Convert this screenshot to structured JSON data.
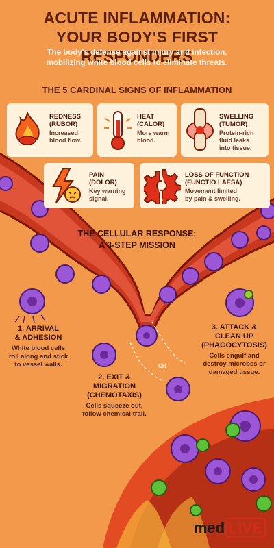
{
  "header": {
    "title_line1": "ACUTE INFLAMMATION:",
    "title_line2": "YOUR BODY'S FIRST RESPONDERS",
    "subtitle_line1": "The body's defense against injury and infection,",
    "subtitle_line2": "mobilizing white blood cells to eliminate threats."
  },
  "signs": {
    "heading": "THE 5 CARDINAL SIGNS OF INFLAMMATION",
    "items": [
      {
        "name1": "REDNESS",
        "name2": "(RUBOR)",
        "desc1": "Increased",
        "desc2": "blood flow.",
        "icon": "flame-icon"
      },
      {
        "name1": "HEAT",
        "name2": "(CALOR)",
        "desc1": "More warm",
        "desc2": "blood.",
        "icon": "thermometer-icon"
      },
      {
        "name1": "SWELLING",
        "name2": "(TUMOR)",
        "desc1": "Protein-rich",
        "desc2": "fluid leaks",
        "desc3": "into tissue.",
        "icon": "swollen-joint-icon"
      },
      {
        "name1": "PAIN",
        "name2": "(DOLOR)",
        "desc1": "Key warning",
        "desc2": "signal.",
        "icon": "lightning-face-icon"
      },
      {
        "name1": "LOSS OF FUNCTION",
        "name2": "(FUNCTIO LAESA)",
        "desc1": "Movement limited",
        "desc2": "by pain & swelling.",
        "icon": "broken-gear-icon"
      }
    ]
  },
  "response": {
    "heading_line1": "THE CELLULAR RESPONSE:",
    "heading_line2": "A 3-STEP MISSION"
  },
  "steps": [
    {
      "h1": "1. ARRIVAL",
      "h2": "& ADHESION",
      "d1": "White blood cells",
      "d2": "roll along and stick",
      "d3": "to vessel walls."
    },
    {
      "h1": "2. EXIT &",
      "h2": "MIGRATION",
      "h3": "(CHEMOTAXIS)",
      "d1": "Cells squeeze out,",
      "d2": "follow chemical trail."
    },
    {
      "h1": "3. ATTACK &",
      "h2": "CLEAN UP",
      "h3": "(PHAGOCYTOSIS)",
      "d1": "Cells engulf and",
      "d2": "destroy microbes or",
      "d3": "damaged tissue."
    }
  ],
  "chem_label": "CH",
  "logo": {
    "part1": "med",
    "part2": "LIVE"
  },
  "colors": {
    "background": "#f3994c",
    "title": "#5b1f0f",
    "card": "#fff2dc",
    "vessel": "#c8381f",
    "cell": "#9b57d6",
    "logo_accent": "#d22a1c"
  }
}
